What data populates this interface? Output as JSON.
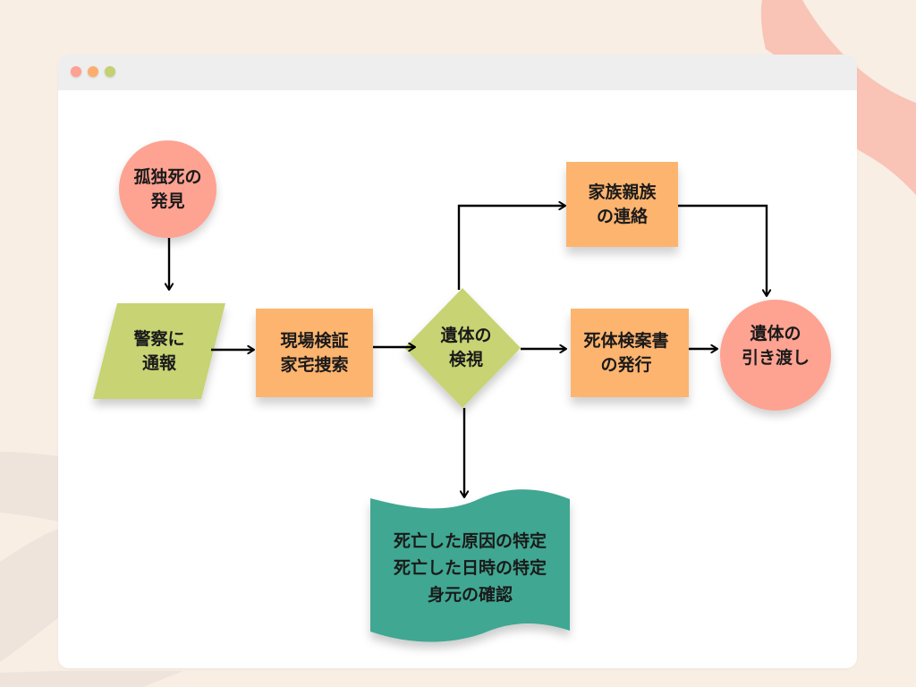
{
  "window": {
    "controls": [
      {
        "name": "close",
        "color": "#fea092"
      },
      {
        "name": "minimize",
        "color": "#fdad6b"
      },
      {
        "name": "maximize",
        "color": "#c4d071"
      }
    ]
  },
  "colors": {
    "background": "#f8eee4",
    "blob_pink": "#f9c3b6",
    "blob_beige": "#efe4dc",
    "circle": "#fea292",
    "process": "#fdb46f",
    "decision": "#c8d373",
    "document": "#41a792",
    "arrow": "#000000"
  },
  "nodes": {
    "start": {
      "label": "孤独死の\n発見",
      "shape": "circle"
    },
    "report": {
      "label": "警察に\n通報",
      "shape": "parallelogram"
    },
    "inspection": {
      "label": "現場検証\n家宅捜索",
      "shape": "rectangle"
    },
    "examination": {
      "label": "遺体の\n検視",
      "shape": "diamond"
    },
    "family": {
      "label": "家族親族\nの連絡",
      "shape": "rectangle"
    },
    "certificate": {
      "label": "死体検案書\nの発行",
      "shape": "rectangle"
    },
    "handover": {
      "label": "遺体の\n引き渡し",
      "shape": "circle"
    },
    "identification": {
      "lines": [
        "死亡した原因の特定",
        "死亡した日時の特定",
        "身元の確認"
      ],
      "shape": "document"
    }
  },
  "edges": [
    {
      "from": "start",
      "to": "report"
    },
    {
      "from": "report",
      "to": "inspection"
    },
    {
      "from": "inspection",
      "to": "examination"
    },
    {
      "from": "examination",
      "to": "family"
    },
    {
      "from": "examination",
      "to": "certificate"
    },
    {
      "from": "examination",
      "to": "identification"
    },
    {
      "from": "family",
      "to": "handover"
    },
    {
      "from": "certificate",
      "to": "handover"
    }
  ]
}
